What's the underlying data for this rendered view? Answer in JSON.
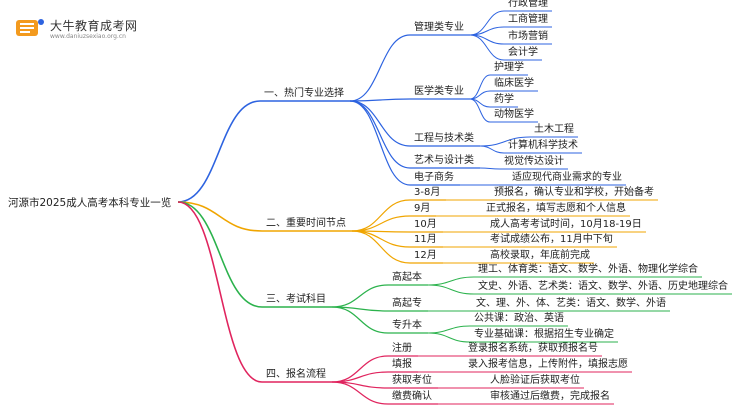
{
  "logo": {
    "title": "大牛教育成考网",
    "url": "www.daniuzsexiao.org.cn"
  },
  "root": "河源市2025成人高考本科专业一览",
  "branches": [
    {
      "label": "一、热门专业选择",
      "color": "#2d63e0",
      "children": [
        {
          "label": "管理类专业",
          "children": [
            "行政管理",
            "工商管理",
            "市场营销",
            "会计学"
          ]
        },
        {
          "label": "医学类专业",
          "children": [
            "护理学",
            "临床医学",
            "药学",
            "动物医学"
          ]
        },
        {
          "label": "工程与技术类",
          "children": [
            "土木工程",
            "计算机科学技术"
          ]
        },
        {
          "label": "艺术与设计类",
          "children": [
            "视觉传达设计"
          ]
        },
        {
          "label": "电子商务",
          "children": [
            "适应现代商业需求的专业"
          ]
        }
      ]
    },
    {
      "label": "二、重要时间节点",
      "color": "#f0a500",
      "children": [
        {
          "label": "3-8月",
          "children": [
            "预报名，确认专业和学校，开始备考"
          ]
        },
        {
          "label": "9月",
          "children": [
            "正式报名，填写志愿和个人信息"
          ]
        },
        {
          "label": "10月",
          "children": [
            "成人高考考试时间，10月18-19日"
          ]
        },
        {
          "label": "11月",
          "children": [
            "考试成绩公布，11月中下旬"
          ]
        },
        {
          "label": "12月",
          "children": [
            "高校录取，年底前完成"
          ]
        }
      ]
    },
    {
      "label": "三、考试科目",
      "color": "#2bb24c",
      "children": [
        {
          "label": "高起本",
          "children": [
            "理工、体育类：语文、数学、外语、物理化学综合",
            "文史、外语、艺术类：语文、数学、外语、历史地理综合"
          ]
        },
        {
          "label": "高起专",
          "children": [
            "文、理、外、体、艺类：语文、数学、外语"
          ]
        },
        {
          "label": "专升本",
          "children": [
            "公共课：政治、英语",
            "专业基础课：根据招生专业确定"
          ]
        }
      ]
    },
    {
      "label": "四、报名流程",
      "color": "#e0245e",
      "children": [
        {
          "label": "注册",
          "children": [
            "登录报名系统，获取预报名号"
          ]
        },
        {
          "label": "填报",
          "children": [
            "录入报考信息，上传附件，填报志愿"
          ]
        },
        {
          "label": "获取考位",
          "children": [
            "人脸验证后获取考位"
          ]
        },
        {
          "label": "缴费确认",
          "children": [
            "审核通过后缴费，完成报名"
          ]
        }
      ]
    }
  ]
}
